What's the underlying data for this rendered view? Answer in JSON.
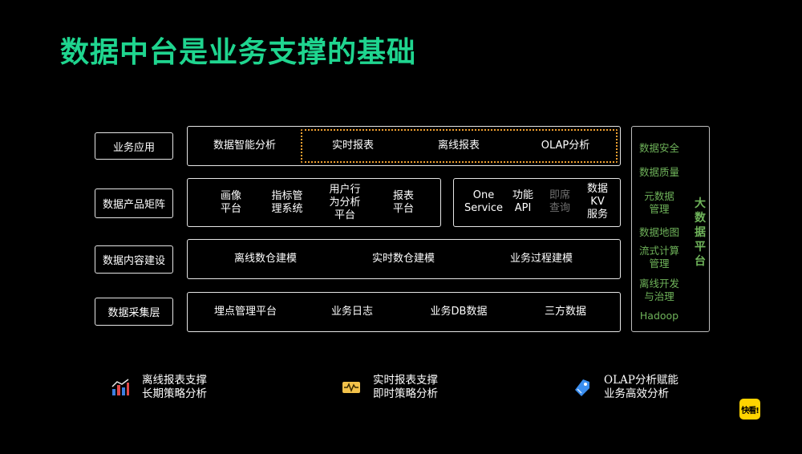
{
  "title": "数据中台是业务支撑的基础",
  "layers": [
    {
      "label": "业务应用"
    },
    {
      "label": "数据产品矩阵"
    },
    {
      "label": "数据内容建设"
    },
    {
      "label": "数据采集层"
    }
  ],
  "app_layer": [
    "数据智能分析",
    "实时报表",
    "离线报表",
    "OLAP分析"
  ],
  "product_left": [
    "画像\n平台",
    "指标管\n理系统",
    "用户行\n为分析\n平台",
    "报表\n平台"
  ],
  "product_right": [
    "One\nService",
    "功能\nAPI",
    "即席\n查询",
    "数据\nKV\n服务"
  ],
  "content_layer": [
    "离线数仓建模",
    "实时数仓建模",
    "业务过程建模"
  ],
  "collect_layer": [
    "埋点管理平台",
    "业务日志",
    "业务DB数据",
    "三方数据"
  ],
  "side_panel": {
    "items": [
      "数据安全",
      "数据质量",
      "元数据\n管理",
      "数据地图",
      "流式计算\n管理",
      "离线开发\n与治理",
      "Hadoop"
    ],
    "title": "大数据平台"
  },
  "bottom": [
    {
      "text": "离线报表支撑\n长期策略分析",
      "icon": "bar-chart-icon"
    },
    {
      "text": "实时报表支撑\n即时策略分析",
      "icon": "pulse-monitor-icon"
    },
    {
      "text": "OLAP分析赋能\n业务高效分析",
      "icon": "tag-icon"
    }
  ],
  "logo": "快看!",
  "colors": {
    "title": "#1fd58f",
    "side_text": "#6fb35a",
    "highlight_border": "#f0a030",
    "logo_bg": "#ffd400"
  }
}
